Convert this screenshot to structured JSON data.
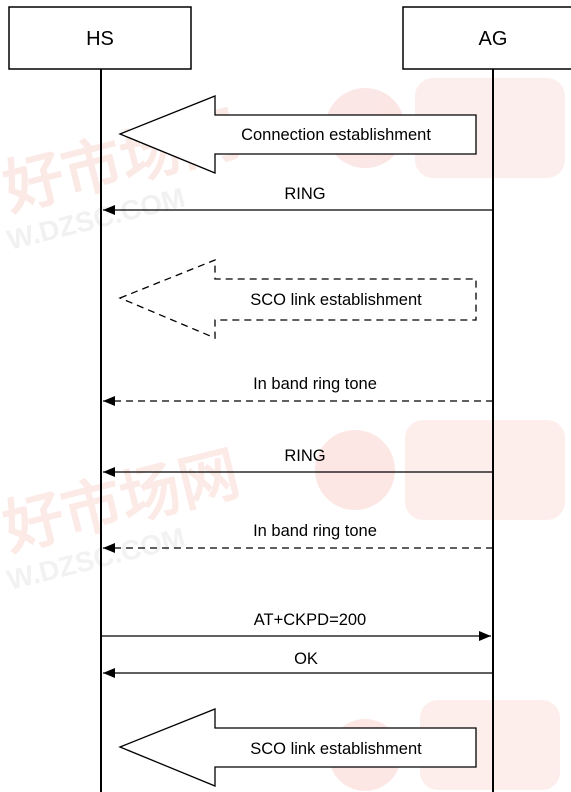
{
  "entities": {
    "left": "HS",
    "right": "AG"
  },
  "steps": [
    {
      "kind": "procedure",
      "label": "Connection establishment",
      "style": "solid"
    },
    {
      "kind": "message",
      "label": "RING",
      "direction": "AG-to-HS",
      "style": "solid"
    },
    {
      "kind": "procedure",
      "label": "SCO link establishment",
      "style": "dashed"
    },
    {
      "kind": "message",
      "label": "In band ring tone",
      "direction": "AG-to-HS",
      "style": "dashed"
    },
    {
      "kind": "message",
      "label": "RING",
      "direction": "AG-to-HS",
      "style": "solid"
    },
    {
      "kind": "message",
      "label": "In band ring tone",
      "direction": "AG-to-HS",
      "style": "dashed"
    },
    {
      "kind": "message",
      "label": "AT+CKPD=200",
      "direction": "HS-to-AG",
      "style": "solid"
    },
    {
      "kind": "message",
      "label": "OK",
      "direction": "AG-to-HS",
      "style": "solid"
    },
    {
      "kind": "procedure",
      "label": "SCO link establishment",
      "style": "solid"
    }
  ]
}
